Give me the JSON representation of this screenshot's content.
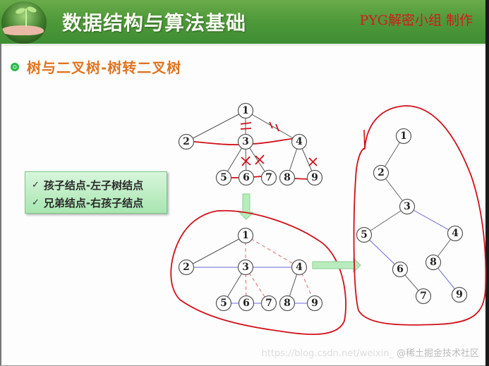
{
  "header": {
    "title": "数据结构与算法基础",
    "credit": "PYG解密小组 制作"
  },
  "section": {
    "title": "树与二叉树-树转二叉树",
    "bullet_icon": "flower-bullet-icon"
  },
  "notes": {
    "items": [
      {
        "check": "✓",
        "text": "孩子结点-左子树结点"
      },
      {
        "check": "✓",
        "text": "兄弟结点-右孩子结点"
      }
    ]
  },
  "diagrams": {
    "original_tree": {
      "nodes": [
        "1",
        "2",
        "3",
        "4",
        "5",
        "6",
        "7",
        "8",
        "9"
      ],
      "edges_cut": [
        "1-3",
        "1-4",
        "3-6",
        "3-7",
        "4-9"
      ],
      "sibling_links": [
        "2-3",
        "3-4",
        "5-6",
        "6-7",
        "8-9"
      ]
    },
    "intermediate_tree": {
      "nodes": [
        "1",
        "2",
        "3",
        "4",
        "5",
        "6",
        "7",
        "8",
        "9"
      ]
    },
    "binary_tree": {
      "nodes": [
        "1",
        "2",
        "3",
        "4",
        "5",
        "6",
        "7",
        "8",
        "9"
      ],
      "edges": [
        "1-2",
        "2-3",
        "3-5",
        "3-4",
        "5-6",
        "6-7",
        "4-8",
        "8-9"
      ]
    },
    "arrow_colors": {
      "fill": "#b8ecbc",
      "stroke": "#8ccf93"
    },
    "annotation_color": "#d0101a",
    "sibling_link_color": "#6a6ad8"
  },
  "labels": {
    "n1": "1",
    "n2": "2",
    "n3": "3",
    "n4": "4",
    "n5": "5",
    "n6": "6",
    "n7": "7",
    "n8": "8",
    "n9": "9"
  },
  "watermark": {
    "url": "https://blog.csdn.net/weixin_",
    "text": "@稀土掘金技术社区"
  },
  "colors": {
    "header_green": "#4f9a3a",
    "title_text": "#f6fbef",
    "credit_red": "#d61a1a",
    "section_orange": "#e07420",
    "note_bg": "#a8e6b0"
  }
}
